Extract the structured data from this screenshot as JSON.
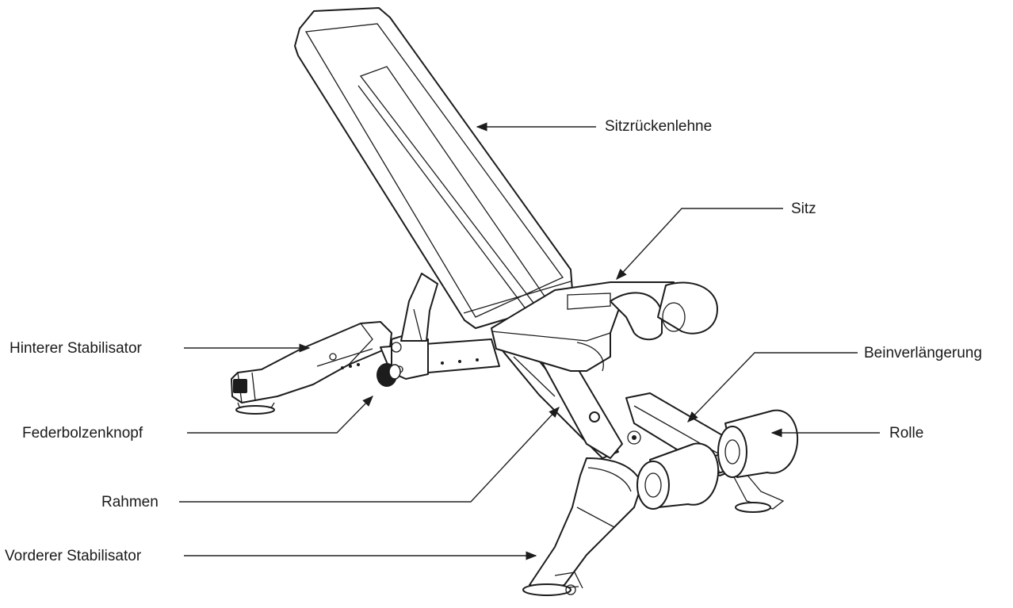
{
  "labels": {
    "backrest": "Sitzrückenlehne",
    "seat": "Sitz",
    "rear_stabilizer": "Hinterer Stabilisator",
    "leg_extension": "Beinverlängerung",
    "spring_pin_knob": "Federbolzenknopf",
    "roller": "Rolle",
    "frame": "Rahmen",
    "front_stabilizer": "Vorderer Stabilisator"
  },
  "colors": {
    "line": "#1c1c1c",
    "background": "#ffffff"
  }
}
